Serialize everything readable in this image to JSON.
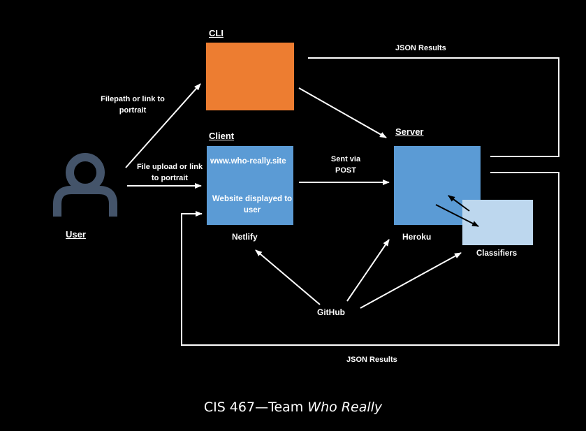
{
  "nodes": {
    "cli": {
      "heading": "CLI"
    },
    "client": {
      "heading": "Client",
      "url_text": "www.who-really.site",
      "desc": "Website displayed to user",
      "host": "Netlify"
    },
    "server": {
      "heading": "Server",
      "host": "Heroku"
    },
    "classifiers": {
      "label": "Classifiers"
    },
    "user": {
      "label": "User"
    },
    "github": {
      "label": "GitHub"
    }
  },
  "edges": {
    "user_to_cli": "Filepath or link to portrait",
    "user_to_client": "File upload or link to portrait",
    "client_to_server": "Sent via POST",
    "server_to_cli": "JSON Results",
    "server_to_client": "JSON Results"
  },
  "footer": {
    "prefix": "CIS 467—Team ",
    "emphasis": "Who Really"
  },
  "colors": {
    "background": "#000000",
    "cli": "#ED7D31",
    "client": "#5B9BD5",
    "server": "#5B9BD5",
    "classifiers": "#BDD7EE",
    "arrows": "#FFFFFF",
    "user_icon": "#44546A"
  }
}
